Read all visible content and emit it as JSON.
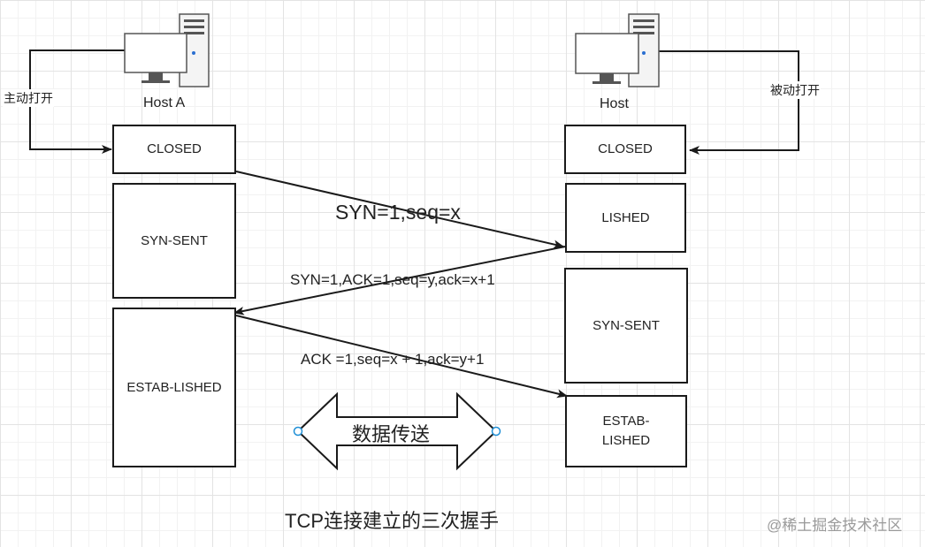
{
  "hosts": {
    "a": {
      "label": "Host A",
      "open_label": "主动打开"
    },
    "b": {
      "label": "Host",
      "open_label": "被动打开"
    }
  },
  "states_a": {
    "closed": "CLOSED",
    "syn_sent": "SYN-SENT",
    "established": "ESTAB-LISHED"
  },
  "states_b": {
    "closed": "CLOSED",
    "listened": "LISHED",
    "syn_sent": "SYN-SENT",
    "established_line1": "ESTAB-",
    "established_line2": "LISHED"
  },
  "messages": {
    "syn": "SYN=1,seq=x",
    "syn_ack": "SYN=1,ACK=1,seq=y,ack=x+1",
    "ack": "ACK =1,seq=x + 1,ack=y+1"
  },
  "transfer_label": "数据传送",
  "diagram_title": "TCP连接建立的三次握手",
  "watermark": "@稀土掘金技术社区",
  "colors": {
    "line": "#1a1a1a",
    "handle": "#1f8fd6",
    "grid": "#e3e3e3"
  }
}
